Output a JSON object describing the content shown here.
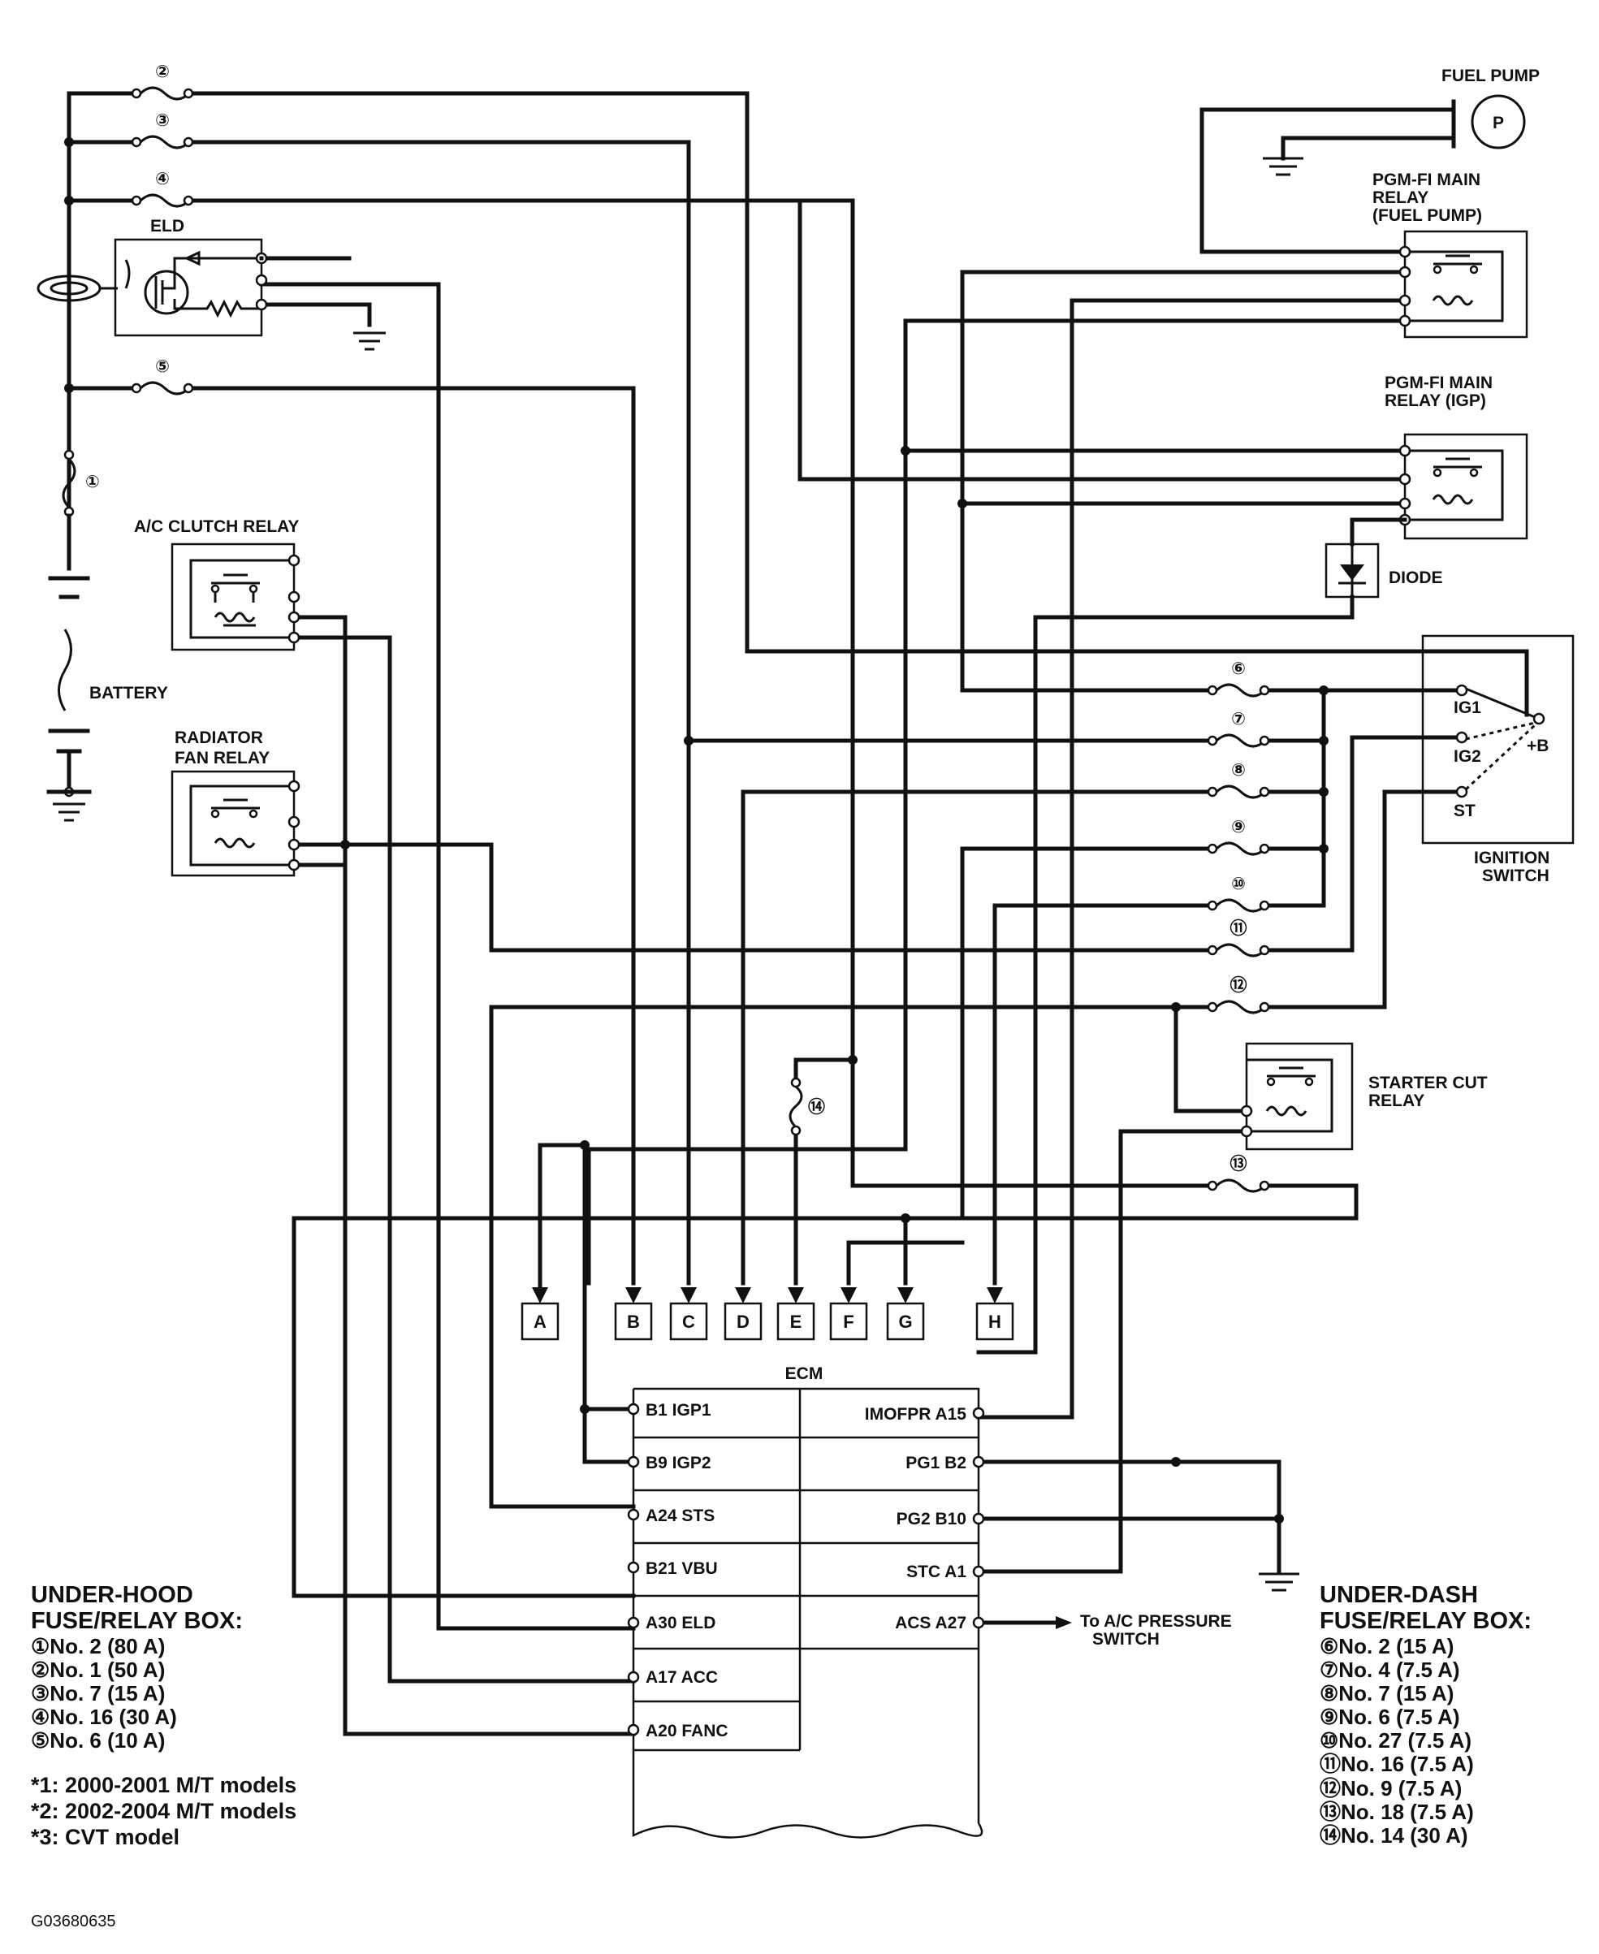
{
  "components": {
    "fuel_pump": "FUEL PUMP",
    "fuel_pump_symbol": "P",
    "main_relay_fuel_pump": [
      "PGM-FI MAIN",
      "RELAY",
      "(FUEL PUMP)"
    ],
    "main_relay_igp": [
      "PGM-FI MAIN",
      "RELAY (IGP)"
    ],
    "diode": "DIODE",
    "eld": "ELD",
    "ac_clutch_relay": "A/C CLUTCH RELAY",
    "battery": "BATTERY",
    "radiator_fan_relay": [
      "RADIATOR",
      "FAN RELAY"
    ],
    "ignition_switch": [
      "IGNITION",
      "SWITCH"
    ],
    "ig1": "IG1",
    "ig2": "IG2",
    "st": "ST",
    "plus_b": "+B",
    "starter_cut_relay": [
      "STARTER CUT",
      "RELAY"
    ],
    "ecm": "ECM",
    "to_ac_pressure_switch": [
      "To A/C PRESSURE",
      "SWITCH"
    ]
  },
  "fuse_marks": {
    "f1": "①",
    "f2": "②",
    "f3": "③",
    "f4": "④",
    "f5": "⑤",
    "f6": "⑥",
    "f7": "⑦",
    "f8": "⑧",
    "f9": "⑨",
    "f10": "⑩",
    "f11": "⑪",
    "f12": "⑫",
    "f13": "⑬",
    "f14": "⑭"
  },
  "connectors": [
    "A",
    "B",
    "C",
    "D",
    "E",
    "F",
    "G",
    "H"
  ],
  "ecm_pins_left": [
    "B1 IGP1",
    "B9 IGP2",
    "A24 STS",
    "B21 VBU",
    "A30 ELD",
    "A17 ACC",
    "A20 FANC"
  ],
  "ecm_pins_right": [
    "IMOFPR A15",
    "PG1 B2",
    "PG2 B10",
    "STC A1",
    "ACS A27"
  ],
  "under_hood_box": {
    "title": [
      "UNDER-HOOD",
      "FUSE/RELAY BOX:"
    ],
    "items": [
      "①No. 2 (80 A)",
      "②No. 1 (50 A)",
      "③No. 7 (15 A)",
      "④No. 16 (30 A)",
      "⑤No. 6 (10 A)"
    ]
  },
  "notes": [
    "*1: 2000-2001 M/T models",
    "*2: 2002-2004 M/T models",
    "*3: CVT model"
  ],
  "under_dash_box": {
    "title": [
      "UNDER-DASH",
      "FUSE/RELAY BOX:"
    ],
    "items": [
      "⑥No. 2 (15 A)",
      "⑦No. 4 (7.5 A)",
      "⑧No. 7 (15 A)",
      "⑨No. 6 (7.5 A)",
      "⑩No. 27 (7.5 A)",
      "⑪No. 16 (7.5 A)",
      "⑫No. 9 (7.5 A)",
      "⑬No. 18 (7.5 A)",
      "⑭No. 14 (30 A)"
    ]
  },
  "figure_code": "G03680635"
}
